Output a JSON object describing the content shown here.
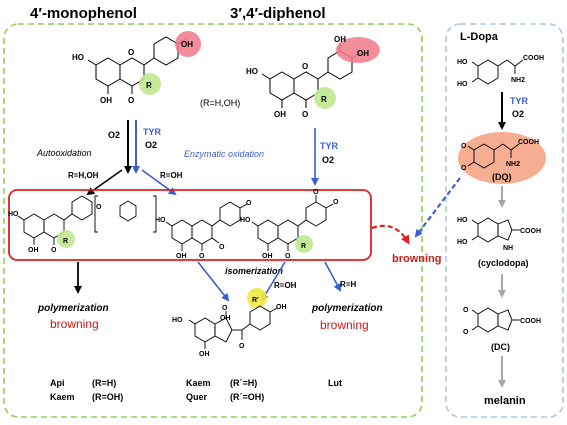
{
  "headers": {
    "monophenol": "4′-monophenol",
    "diphenol": "3′,4′-diphenol",
    "ldopa": "L-Dopa"
  },
  "labels": {
    "r_h_oh_top": "(R=H,OH)",
    "o2_left": "O2",
    "tyr_left": "TYR",
    "o2_tyr_left": "O2",
    "autooxidation": "Autooxidation",
    "enzymatic_oxidation": "Enzymatic oxidation",
    "tyr_mid": "TYR",
    "o2_mid": "O2",
    "r_h_oh_left": "R=H,OH",
    "r_oh_left": "R=OH",
    "isomerization": "isomerization",
    "r_oh_mid": "R=OH",
    "r_h_mid": "R=H",
    "polymerization_left": "polymerization",
    "browning_left": "browning",
    "polymerization_right": "polymerization",
    "browning_right": "browning",
    "browning_center": "browning",
    "api": "Api",
    "api_r": "(R=H)",
    "kaem_left": "Kaem",
    "kaem_left_r": "(R=OH)",
    "kaem_mid": "Kaem",
    "kaem_mid_r": "(R´=H)",
    "quer": "Quer",
    "quer_r": "(R´=OH)",
    "lut": "Lut",
    "tyr_right": "TYR",
    "o2_right": "O2",
    "dq": "(DQ)",
    "cyclodopa": "(cyclodopa)",
    "dc": "(DC)",
    "melanin": "melanin"
  },
  "atoms": {
    "oh": "OH",
    "o": "O",
    "ho": "HO",
    "r": "R",
    "rp": "R'",
    "cooh": "COOH",
    "nh2": "NH2",
    "nh": "NH"
  },
  "colors": {
    "dash_green": "#90d050",
    "dash_blue": "#a8c8e0",
    "red_box": "#e02020",
    "blue_arrow": "#3a5fd0",
    "red_text": "#d01818",
    "pink": "#f07a8a",
    "lime": "#c0e890",
    "yellow": "#f0ea40",
    "orange": "#f4a080",
    "gray_arrow": "#a8a8a8"
  }
}
